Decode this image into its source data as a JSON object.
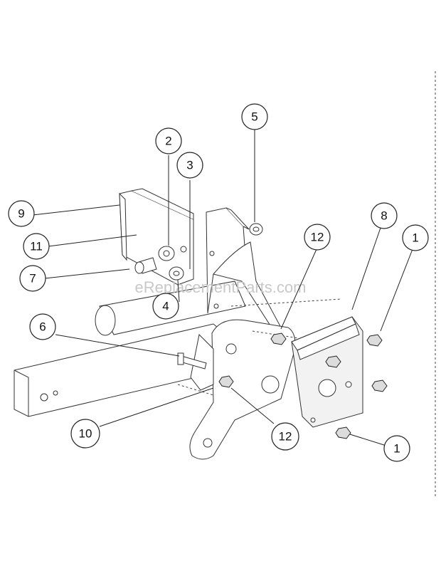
{
  "watermark": "eReplacementParts.com",
  "callouts": [
    {
      "label": "9"
    },
    {
      "label": "11"
    },
    {
      "label": "7"
    },
    {
      "label": "2"
    },
    {
      "label": "3"
    },
    {
      "label": "4"
    },
    {
      "label": "5"
    },
    {
      "label": "6"
    },
    {
      "label": "10"
    },
    {
      "label": "12"
    },
    {
      "label": "12"
    },
    {
      "label": "8"
    },
    {
      "label": "1"
    },
    {
      "label": "1"
    }
  ]
}
